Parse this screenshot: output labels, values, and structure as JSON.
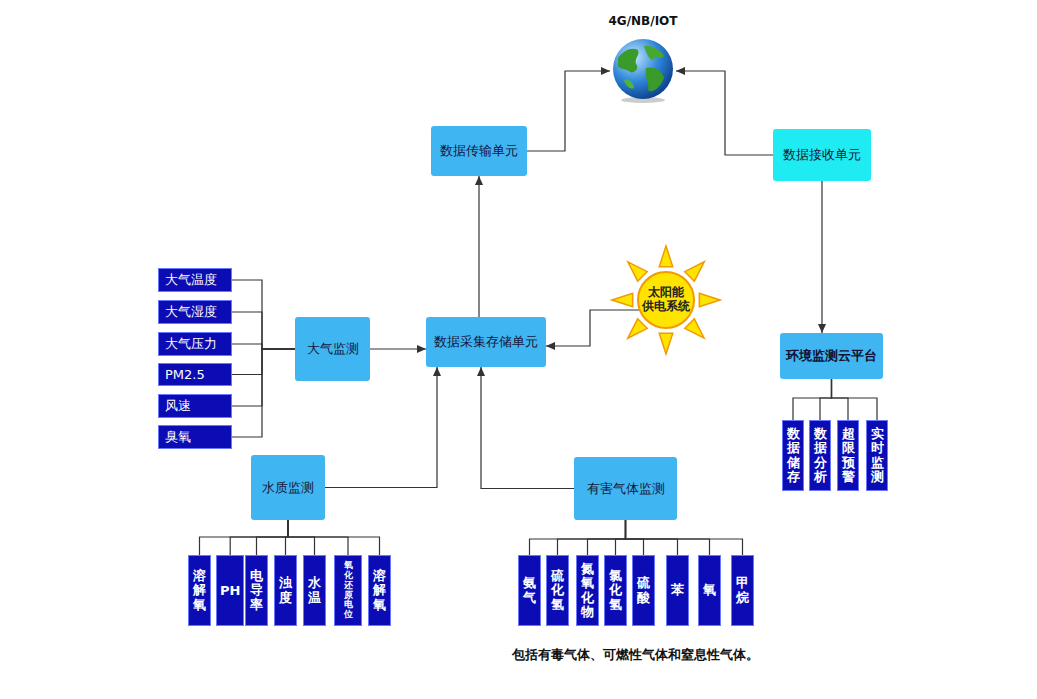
{
  "diagram": {
    "nodes": [
      {
        "text": [
          "4G/NB/IOT"
        ]
      },
      {
        "text": [
          "数据传输单元"
        ]
      },
      {
        "text": [
          "数据接收单元"
        ]
      },
      {
        "text": [
          "太阳能 供电系统"
        ]
      },
      {
        "text": [
          "大气温度"
        ]
      },
      {
        "text": [
          "大气湿度"
        ]
      },
      {
        "text": [
          "大气压力"
        ]
      },
      {
        "text": [
          "PM2.5"
        ]
      },
      {
        "text": [
          "风速"
        ]
      },
      {
        "text": [
          "臭氧"
        ]
      },
      {
        "text": [
          "大气监测"
        ]
      },
      {
        "text": [
          "数据采集存储单元"
        ]
      },
      {
        "text": [
          "环境监测云平台"
        ]
      },
      {
        "text": [
          "数据储存"
        ]
      },
      {
        "text": [
          "数据分析"
        ]
      },
      {
        "text": [
          "超限预警"
        ]
      },
      {
        "text": [
          "实时监测"
        ]
      },
      {
        "text": [
          "水质监测"
        ]
      },
      {
        "text": [
          "有害气体监测"
        ]
      },
      {
        "text": [
          "溶解氧"
        ]
      },
      {
        "text": [
          "PH"
        ]
      },
      {
        "text": [
          "电导率"
        ]
      },
      {
        "text": [
          "浊度"
        ]
      },
      {
        "text": [
          "水温"
        ]
      },
      {
        "text": [
          "氧化还原电位"
        ]
      },
      {
        "text": [
          "溶解氧"
        ]
      },
      {
        "text": [
          "氨气"
        ]
      },
      {
        "text": [
          "硫化氢"
        ]
      },
      {
        "text": [
          "氮氧化物"
        ]
      },
      {
        "text": [
          "氯化氢"
        ]
      },
      {
        "text": [
          "硫酸"
        ]
      },
      {
        "text": [
          "苯"
        ]
      },
      {
        "text": [
          "氧"
        ]
      },
      {
        "text": [
          "甲烷"
        ]
      }
    ],
    "edges": [
      {
        "from": 11,
        "to": 1,
        "arrow": "to"
      },
      {
        "from": 1,
        "to": 0,
        "arrow": "to"
      },
      {
        "from": 2,
        "to": 0,
        "arrow": "to"
      },
      {
        "from": 2,
        "to": 12,
        "arrow": "to"
      },
      {
        "from": 3,
        "to": 11,
        "arrow": "to"
      },
      {
        "from": 10,
        "to": 11,
        "arrow": "to"
      },
      {
        "from": 4,
        "to": 10,
        "arrow": "none"
      },
      {
        "from": 5,
        "to": 10,
        "arrow": "none"
      },
      {
        "from": 6,
        "to": 10,
        "arrow": "none"
      },
      {
        "from": 7,
        "to": 10,
        "arrow": "none"
      },
      {
        "from": 8,
        "to": 10,
        "arrow": "none"
      },
      {
        "from": 9,
        "to": 10,
        "arrow": "none"
      },
      {
        "from": 17,
        "to": 11,
        "arrow": "to"
      },
      {
        "from": 18,
        "to": 11,
        "arrow": "to"
      },
      {
        "from": 12,
        "to": 13,
        "arrow": "none"
      },
      {
        "from": 12,
        "to": 14,
        "arrow": "none"
      },
      {
        "from": 12,
        "to": 15,
        "arrow": "none"
      },
      {
        "from": 12,
        "to": 16,
        "arrow": "none"
      },
      {
        "from": 17,
        "to": 19,
        "arrow": "none"
      },
      {
        "from": 17,
        "to": 20,
        "arrow": "none"
      },
      {
        "from": 17,
        "to": 21,
        "arrow": "none"
      },
      {
        "from": 17,
        "to": 22,
        "arrow": "none"
      },
      {
        "from": 17,
        "to": 23,
        "arrow": "none"
      },
      {
        "from": 17,
        "to": 24,
        "arrow": "none"
      },
      {
        "from": 17,
        "to": 25,
        "arrow": "none"
      },
      {
        "from": 18,
        "to": 26,
        "arrow": "none"
      },
      {
        "from": 18,
        "to": 27,
        "arrow": "none"
      },
      {
        "from": 18,
        "to": 28,
        "arrow": "none"
      },
      {
        "from": 18,
        "to": 29,
        "arrow": "none"
      },
      {
        "from": 18,
        "to": 30,
        "arrow": "none"
      },
      {
        "from": 18,
        "to": 31,
        "arrow": "none"
      },
      {
        "from": 18,
        "to": 32,
        "arrow": "none"
      },
      {
        "from": 18,
        "to": 33,
        "arrow": "none"
      }
    ],
    "labels": [
      "包括有毒气体、可燃性气体和窒息性气体。"
    ]
  }
}
